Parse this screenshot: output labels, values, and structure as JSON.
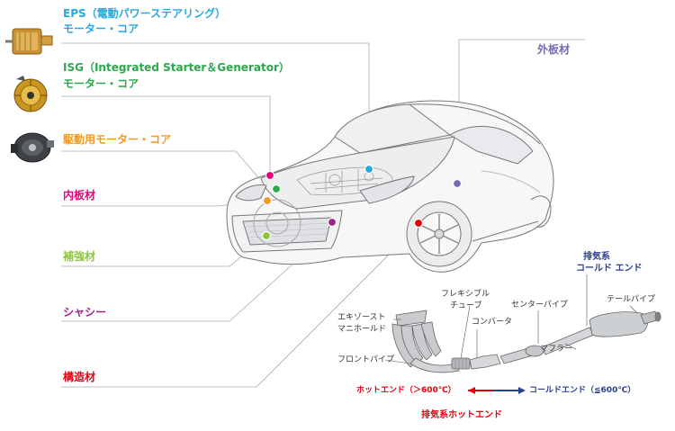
{
  "colors": {
    "eps": "#29a8e0",
    "isg": "#2aa84a",
    "drive": "#f39a1e",
    "inner": "#e4007f",
    "reinforce": "#8cc63f",
    "chassis": "#a0218c",
    "structure": "#e60012",
    "outer": "#7a6bb0",
    "cold": "#2a3f8f",
    "hot": "#e60012"
  },
  "labels": {
    "eps_line1": "EPS（電動パワーステアリング）",
    "eps_line2": "モーター・コア",
    "isg_line1": "ISG（Integrated Starter＆Generator）",
    "isg_line2": "モーター・コア",
    "drive": "駆動用モーター・コア",
    "inner": "内板材",
    "reinforce": "補強材",
    "chassis": "シャシー",
    "structure": "構造材",
    "outer": "外板材"
  },
  "exhaust": {
    "cold_end_title_1": "排気系",
    "cold_end_title_2": "コールド エンド",
    "flex_1": "フレキシブル",
    "flex_2": "チューブ",
    "center_pipe": "センターパイプ",
    "tail_pipe": "テールパイプ",
    "manifold_1": "エキゾースト",
    "manifold_2": "マニホールド",
    "converter": "コンバータ",
    "muffler": "マフラー",
    "front_pipe": "フロントパイプ",
    "hot_end": "ホットエンド（＞600℃）",
    "cold_end": "コールドエンド（≦600℃）",
    "hot_end_title": "排気系ホットエンド"
  },
  "icons": {
    "eps_motor": "eps-motor-icon",
    "alternator": "alternator-icon",
    "drive_motor": "drive-motor-icon"
  }
}
